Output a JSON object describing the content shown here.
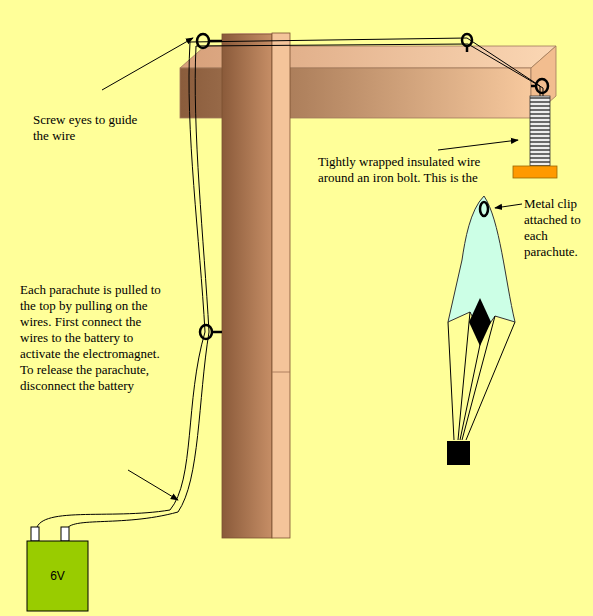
{
  "diagram": {
    "nodes": [
      {
        "text": [
          "6V"
        ]
      }
    ],
    "labels": [
      "Screw eyes to guide the wire",
      "Tightly wrapped insulated wire around an iron bolt. This is the",
      "Metal clip attached to each parachute.",
      "Each parachute is pulled to the top by pulling on the wires. First connect the wires to the battery to activate the electromagnet. To release the parachute, disconnect the battery"
    ]
  }
}
